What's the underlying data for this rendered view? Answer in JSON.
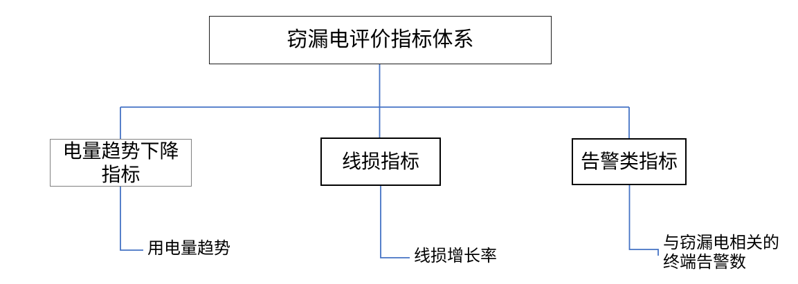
{
  "diagram": {
    "title": "窃漏电评价指标体系",
    "root": {
      "label": "窃漏电评价指标体系"
    },
    "branches": [
      {
        "label": "电量趋势下降指标",
        "leaf": "用电量趋势"
      },
      {
        "label": "线损指标",
        "leaf": "线损增长率"
      },
      {
        "label": "告警类指标",
        "leaf": "与窃漏电相关的终端告警数"
      }
    ],
    "colors": {
      "connector": "#4472C4",
      "root_border": "#1a1a1a",
      "branch_border": "#000000",
      "branch_left_border": "#7f7f7f",
      "text": "#000000",
      "background": "#ffffff"
    }
  }
}
